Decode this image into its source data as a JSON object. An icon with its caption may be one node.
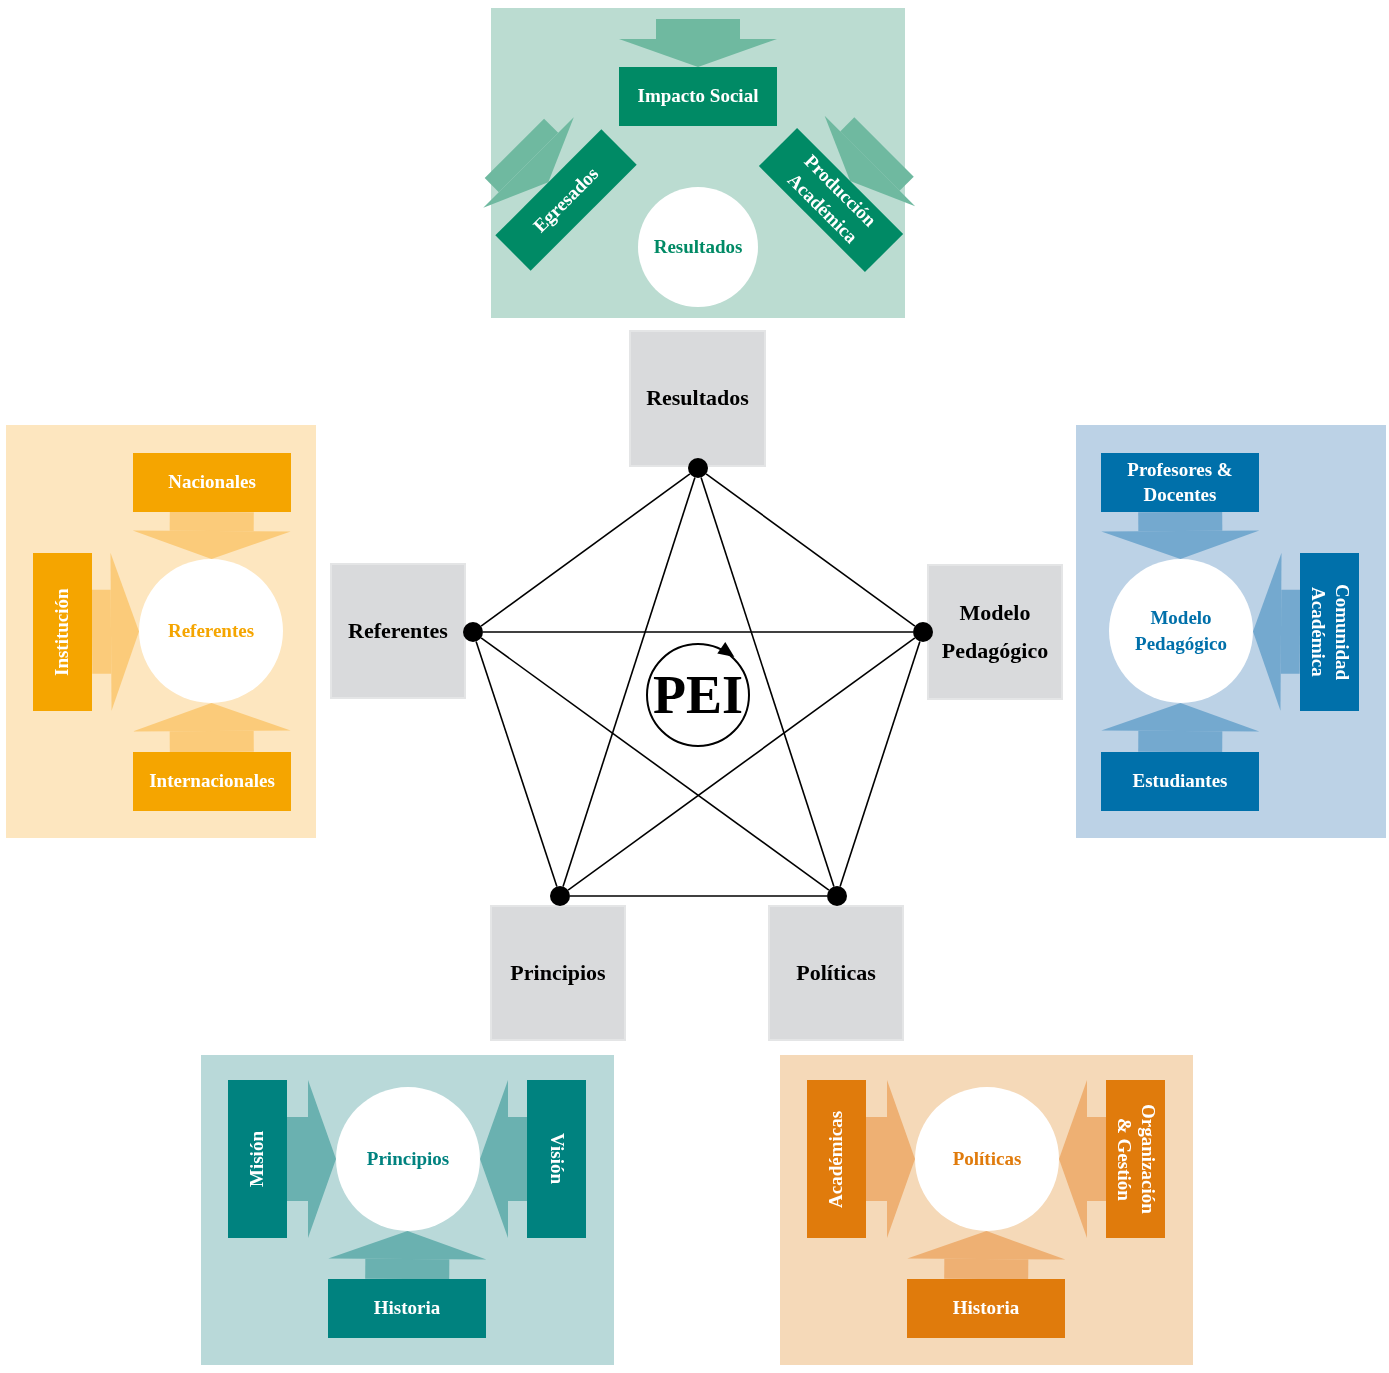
{
  "diagram": {
    "nodes": [
      {
        "text": [],
        "shape": "box"
      },
      {
        "text": [
          "Impacto Social"
        ],
        "in": 0
      },
      {
        "text": [
          "Egresados"
        ],
        "in": 0
      },
      {
        "text": [
          "Producción Académica"
        ],
        "in": 0
      },
      {
        "text": [
          "Resultados"
        ],
        "in": 0
      },
      {
        "text": [],
        "shape": "box"
      },
      {
        "text": [
          "Nacionales"
        ],
        "in": 5
      },
      {
        "text": [
          "Institución"
        ],
        "in": 5
      },
      {
        "text": [
          "Referentes"
        ],
        "in": 5
      },
      {
        "text": [
          "Internacionales"
        ],
        "in": 5
      },
      {
        "text": [],
        "shape": "box"
      },
      {
        "text": [
          "Profesores & Docentes"
        ],
        "in": 10
      },
      {
        "text": [
          "Modelo Pedagógico"
        ],
        "in": 10
      },
      {
        "text": [
          "Comunidad Académica"
        ],
        "in": 10
      },
      {
        "text": [
          "Estudiantes"
        ],
        "in": 10
      },
      {
        "text": [
          "Resultados"
        ]
      },
      {
        "text": [
          "Referentes"
        ]
      },
      {
        "text": [
          "Modelo Pedagógico"
        ]
      },
      {
        "text": [
          "PEI"
        ]
      },
      {
        "text": [],
        "shape": "circle"
      },
      {
        "text": [],
        "shape": "circle"
      },
      {
        "text": [],
        "shape": "circle"
      },
      {
        "text": [],
        "shape": "circle"
      },
      {
        "text": [],
        "shape": "circle"
      },
      {
        "text": [
          "Principios"
        ]
      },
      {
        "text": [
          "Políticas"
        ]
      },
      {
        "text": [],
        "shape": "box"
      },
      {
        "text": [
          "Misión"
        ],
        "in": 26
      },
      {
        "text": [
          "Principios"
        ],
        "in": 26
      },
      {
        "text": [
          "Visión"
        ],
        "in": 26
      },
      {
        "text": [
          "Historia"
        ],
        "in": 26
      },
      {
        "text": [],
        "shape": "box"
      },
      {
        "text": [
          "Académicas"
        ],
        "in": 31
      },
      {
        "text": [
          "Políticas"
        ],
        "in": 31
      },
      {
        "text": [
          "Organización & Gestión"
        ],
        "in": 31
      },
      {
        "text": [
          "Historia"
        ],
        "in": 31
      }
    ],
    "edges": [
      {
        "from": null,
        "to": 1,
        "arrow": "to",
        "color": "#6fb9a0"
      },
      {
        "from": null,
        "to": 2,
        "arrow": "to",
        "color": "#6fb9a0"
      },
      {
        "from": null,
        "to": 3,
        "arrow": "to",
        "color": "#6fb9a0"
      },
      {
        "from": 6,
        "to": 8,
        "arrow": "to",
        "color": "#fbcb7a"
      },
      {
        "from": 7,
        "to": 8,
        "arrow": "to",
        "color": "#fbcb7a"
      },
      {
        "from": 9,
        "to": 8,
        "arrow": "to",
        "color": "#fbcb7a"
      },
      {
        "from": 11,
        "to": 12,
        "arrow": "to",
        "color": "#74a9cf"
      },
      {
        "from": 13,
        "to": 12,
        "arrow": "to",
        "color": "#74a9cf"
      },
      {
        "from": 14,
        "to": 12,
        "arrow": "to",
        "color": "#74a9cf"
      },
      {
        "from": 27,
        "to": 28,
        "arrow": "to",
        "color": "#6ab1b0"
      },
      {
        "from": 29,
        "to": 28,
        "arrow": "to",
        "color": "#6ab1b0"
      },
      {
        "from": 30,
        "to": 28,
        "arrow": "to",
        "color": "#6ab1b0"
      },
      {
        "from": 32,
        "to": 33,
        "arrow": "to",
        "color": "#eeb073"
      },
      {
        "from": 34,
        "to": 33,
        "arrow": "to",
        "color": "#eeb073"
      },
      {
        "from": 35,
        "to": 33,
        "arrow": "to",
        "color": "#eeb073"
      },
      {
        "from": 19,
        "to": 21,
        "arrow": "none"
      },
      {
        "from": 21,
        "to": 23,
        "arrow": "none"
      },
      {
        "from": 23,
        "to": 22,
        "arrow": "none"
      },
      {
        "from": 22,
        "to": 20,
        "arrow": "none"
      },
      {
        "from": 20,
        "to": 19,
        "arrow": "none"
      },
      {
        "from": 19,
        "to": 22,
        "arrow": "none"
      },
      {
        "from": 19,
        "to": 23,
        "arrow": "none"
      },
      {
        "from": 20,
        "to": 21,
        "arrow": "none"
      },
      {
        "from": 20,
        "to": 23,
        "arrow": "none"
      },
      {
        "from": 21,
        "to": 22,
        "arrow": "none"
      }
    ]
  }
}
